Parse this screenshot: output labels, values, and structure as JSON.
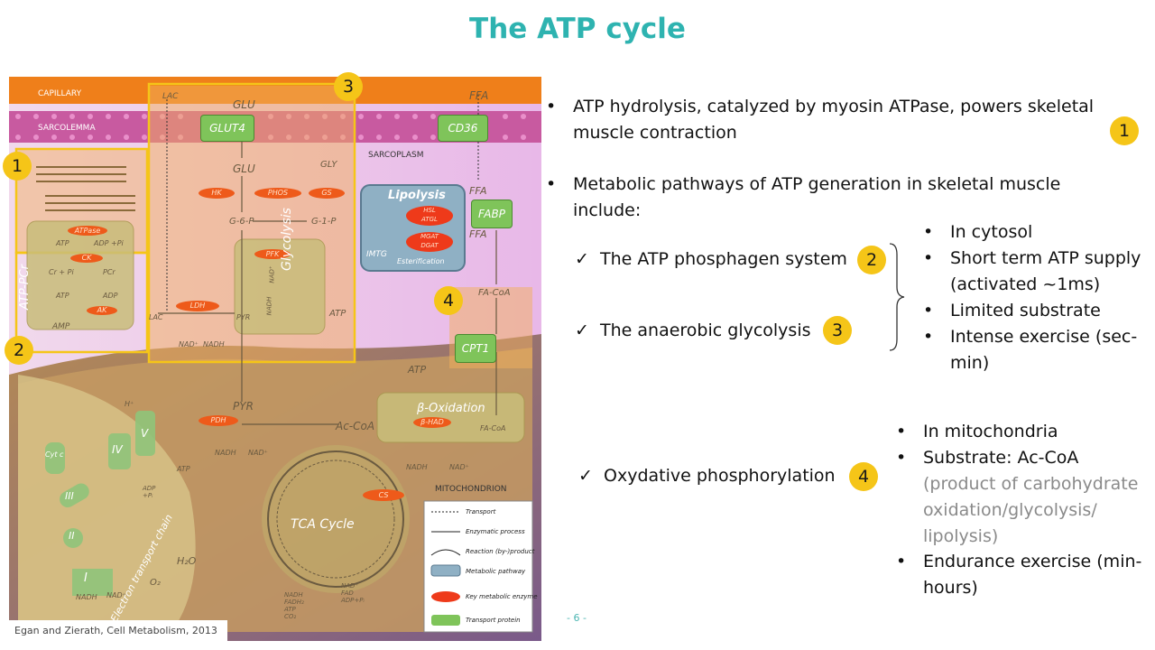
{
  "slide": {
    "title": "The ATP cycle",
    "page_number": "- 6 -",
    "credit": "Egan and Zierath, Cell Metabolism,  2013"
  },
  "figure": {
    "regions": {
      "capillary": "CAPILLARY",
      "sarcolemma": "SARCOLEMMA",
      "sarcoplasm": "SARCOPLASM",
      "mitochondrion": "MITOCHONDRION"
    },
    "metabolites": {
      "lac_top": "LAC",
      "glu_top": "GLU",
      "ffa_top": "FFA",
      "glu": "GLU",
      "gly": "GLY",
      "g6p": "G-6-P",
      "g1p": "G-1-P",
      "ffa_mid": "FFA",
      "ffa_low": "FFA",
      "facoa": "FA-CoA",
      "atp_pcr1": "ATP",
      "adp_pi": "ADP +Pi",
      "cr_pi": "Cr + Pi",
      "pcr": "PCr",
      "atp_pcr2": "ATP",
      "adp": "ADP",
      "amp": "AMP",
      "lac_left": "LAC",
      "pyr_glyc": "PYR",
      "nad_plus": "NAD⁺",
      "nadh": "NADH",
      "atp_glyc": "ATP",
      "nad_v": "NAD⁺",
      "nadh_v": "NADH",
      "pyr": "PYR",
      "accoa": "Ac-CoA",
      "nadh_pdh": "NADH",
      "nad_pdh": "NAD⁺",
      "atp_mito": "ATP",
      "facoa_ox": "FA-CoA",
      "nadh_ox": "NADH",
      "nad_ox": "NAD⁺",
      "h2o": "H₂O",
      "o2": "O₂",
      "nadh_etc": "NADH",
      "nad_etc": "NAD⁺",
      "nadh_bottom": "NADH\nFADH₂\nATP\nCO₂",
      "nad_bottom": "NAD⁺\nFAD\nADP+Pᵢ",
      "atp_etc": "ATP",
      "adp_etc": "ADP\n+Pᵢ",
      "imtg": "IMTG",
      "hplus": "H⁺"
    },
    "enzymes": {
      "hk": "HK",
      "phos": "PHOS",
      "gs": "GS",
      "atpase": "ATPase",
      "ck1": "CK",
      "ak": "AK",
      "pfk": "PFK",
      "ldh": "LDH",
      "pdh": "PDH",
      "bhad": "β-HAD",
      "cs": "CS",
      "hsl": "HSL",
      "atgl": "ATGL",
      "mgat": "MGAT",
      "dgat": "DGAT"
    },
    "transporters": {
      "glut4": "GLUT4",
      "cd36": "CD36",
      "fabp": "FABP",
      "cpt1": "CPT1"
    },
    "pathways": {
      "lipolysis": "Lipolysis",
      "esterification": "Esterification",
      "glycolysis": "Glycolysis",
      "atp_pcr": "ATP-PCr",
      "beta_ox": "β-Oxidation",
      "tca": "TCA Cycle",
      "etc": "Electron transport chain"
    },
    "complexes": [
      "I",
      "II",
      "III",
      "IV",
      "V",
      "Cyt c"
    ],
    "badges": [
      "1",
      "2",
      "3",
      "4"
    ],
    "legend": [
      "Transport",
      "Enzymatic process",
      "Reaction (by-)product",
      "Metabolic pathway",
      "Key metabolic enzyme",
      "Transport protein"
    ]
  },
  "bullets": [
    {
      "text": "ATP hydrolysis, catalyzed by myosin ATPase, powers skeletal muscle contraction",
      "badge": "1"
    },
    {
      "text": "Metabolic pathways of ATP generation in skeletal muscle include:"
    }
  ],
  "checks": [
    {
      "text": "The ATP phosphagen system",
      "badge": "2"
    },
    {
      "text": "The anaerobic glycolysis",
      "badge": "3"
    },
    {
      "text": "Oxydative phosphorylation",
      "badge": "4"
    }
  ],
  "notes_anaerobic": [
    {
      "text": "In cytosol"
    },
    {
      "text": "Short term ATP supply (activated ~1ms)"
    },
    {
      "text": "Limited substrate"
    },
    {
      "text": "Intense exercise (sec-min)"
    }
  ],
  "notes_oxidative": [
    {
      "text": "In mitochondria"
    },
    {
      "text": "Substrate: Ac-CoA",
      "sub": "(product of carbohydrate oxidation/glycolysis/ lipolysis)"
    },
    {
      "text": "Endurance exercise (min-hours)"
    }
  ],
  "colors": {
    "title": "#2eb3b0",
    "badge": "#f5c518",
    "enzyme": "#ee5a1a",
    "transporter": "#7fc45a",
    "capillary": "#ef7f1a",
    "sarcolemma": "#c85aa0",
    "sarcoplasm": "#e6c8e8",
    "mitochondrion": "#c49a62"
  }
}
